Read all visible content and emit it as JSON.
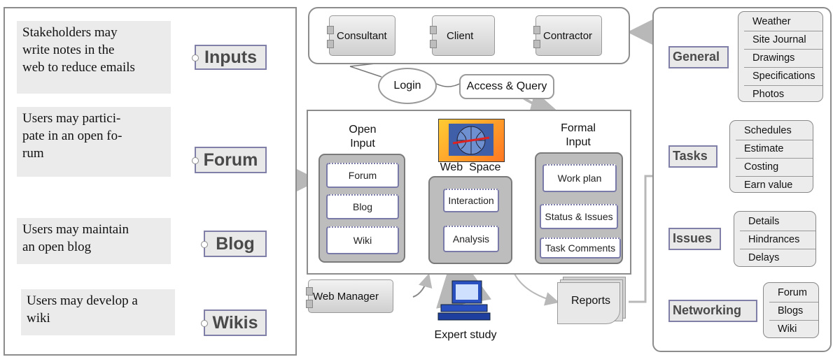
{
  "left_notes": [
    {
      "text": "Stakeholders may write notes in the web to reduce emails",
      "tag": "Inputs"
    },
    {
      "text": "Users may partici-pate in an open fo-rum",
      "tag": "Forum"
    },
    {
      "text": "Users may maintain an open blog",
      "tag": "Blog"
    },
    {
      "text": "Users may develop a wiki",
      "tag": "Wikis"
    }
  ],
  "note_lines": [
    [
      "Stakeholders may",
      "write notes in the",
      "web to reduce emails"
    ],
    [
      "Users may partici-",
      "pate in an open fo-",
      "rum"
    ],
    [
      "Users may maintain",
      "an open blog"
    ],
    [
      "Users may develop a",
      "wiki"
    ]
  ],
  "stakeholders": [
    "Consultant",
    "Client",
    "Contractor"
  ],
  "login": "Login",
  "access": "Access & Query",
  "open_input": {
    "title_1": "Open",
    "title_2": "Input",
    "items": [
      "Forum",
      "Blog",
      "Wiki"
    ]
  },
  "web_space": {
    "label": "Web  Space",
    "items": [
      "Interaction",
      "Analysis"
    ]
  },
  "formal_input": {
    "title_1": "Formal",
    "title_2": "Input",
    "items": [
      "Work plan",
      "Status & Issues",
      "Task Comments"
    ]
  },
  "web_manager": "Web Manager",
  "expert_study": "Expert study",
  "reports": "Reports",
  "categories": [
    {
      "name": "General",
      "items": [
        "Weather",
        "Site Journal",
        "Drawings",
        "Specifications",
        "Photos"
      ]
    },
    {
      "name": "Tasks",
      "items": [
        "Schedules",
        "Estimate",
        "Costing",
        "Earn value"
      ]
    },
    {
      "name": "Issues",
      "items": [
        "Details",
        "Hindrances",
        "Delays"
      ]
    },
    {
      "name": "Networking",
      "items": [
        "Forum",
        "Blogs",
        "Wiki"
      ]
    }
  ]
}
